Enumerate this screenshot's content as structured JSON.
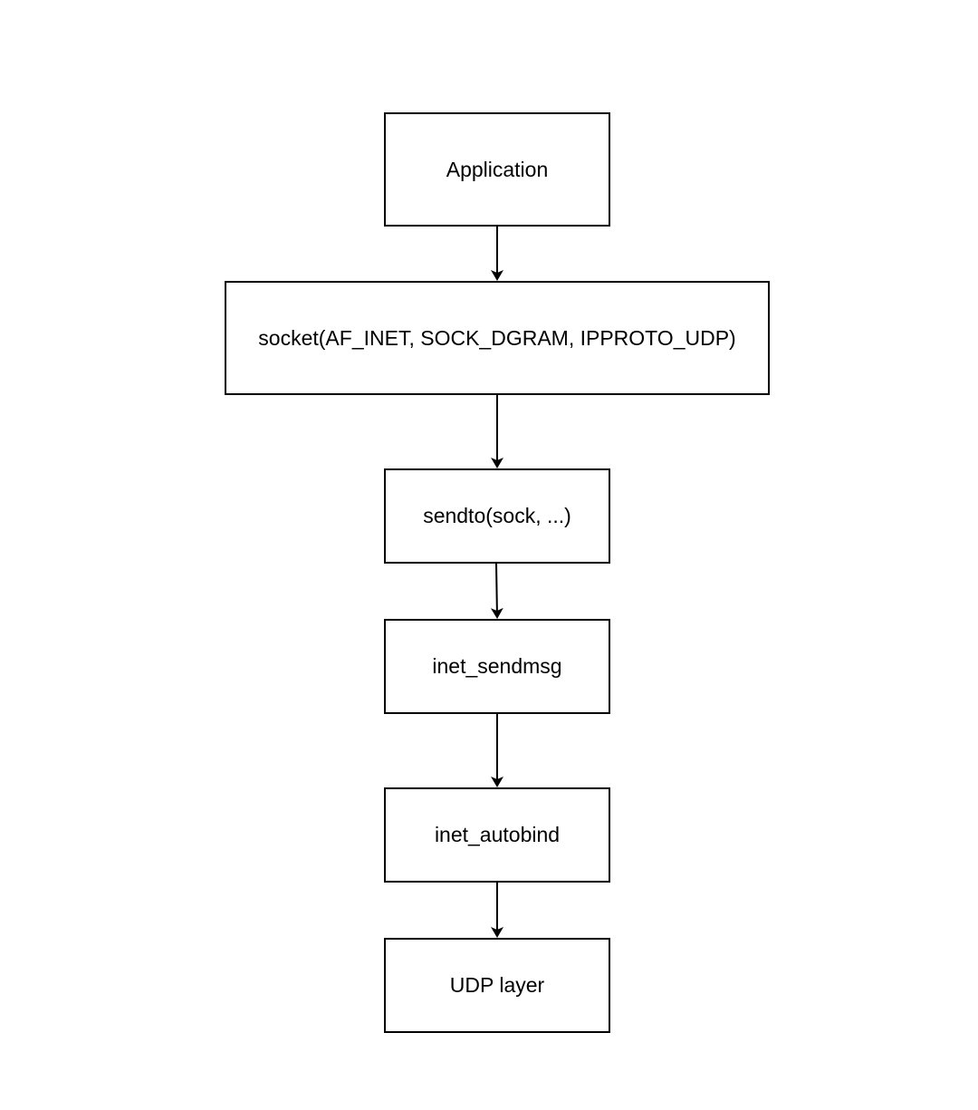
{
  "diagram": {
    "nodes": [
      {
        "id": "application",
        "label": "Application"
      },
      {
        "id": "socket",
        "label": "socket(AF_INET, SOCK_DGRAM, IPPROTO_UDP)"
      },
      {
        "id": "sendto",
        "label": "sendto(sock, ...)"
      },
      {
        "id": "sendmsg",
        "label": "inet_sendmsg"
      },
      {
        "id": "autobind",
        "label": "inet_autobind"
      },
      {
        "id": "udp",
        "label": "UDP layer"
      }
    ],
    "edges": [
      {
        "from": "application",
        "to": "socket"
      },
      {
        "from": "socket",
        "to": "sendto"
      },
      {
        "from": "sendto",
        "to": "sendmsg"
      },
      {
        "from": "sendmsg",
        "to": "autobind"
      },
      {
        "from": "autobind",
        "to": "udp"
      }
    ],
    "colors": {
      "stroke": "#000000",
      "fill": "#ffffff",
      "text": "#000000"
    }
  }
}
